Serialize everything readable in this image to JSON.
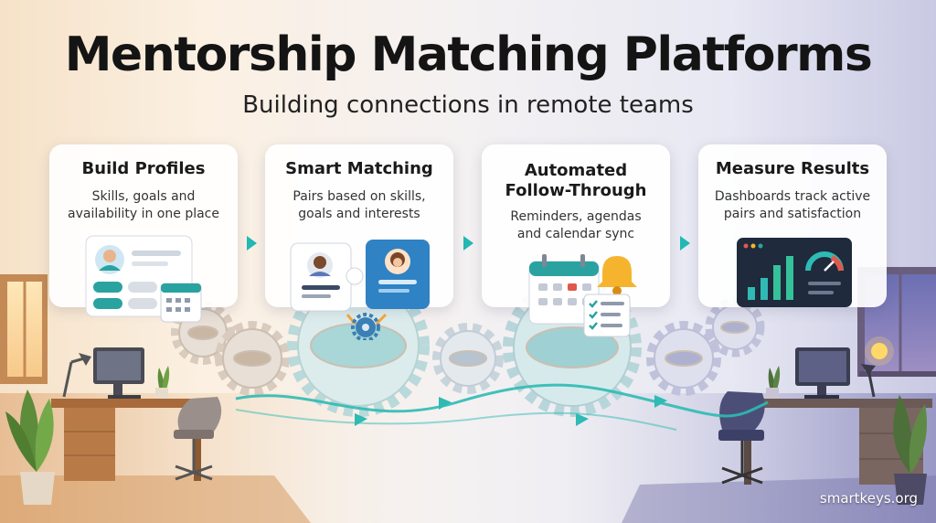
{
  "title": "Mentorship Matching Platforms",
  "subtitle": "Building connections in remote teams",
  "steps": [
    {
      "title": "Build Profiles",
      "description": "Skills, goals and\navailability in one place",
      "icon": "profile-card-icon"
    },
    {
      "title": "Smart Matching",
      "description": "Pairs based on skills,\ngoals and interests",
      "icon": "puzzle-match-icon"
    },
    {
      "title": "Automated\nFollow-Through",
      "description": "Reminders, agendas\nand calendar sync",
      "icon": "calendar-bell-icon"
    },
    {
      "title": "Measure Results",
      "description": "Dashboards track active\npairs and satisfaction",
      "icon": "dashboard-icon"
    }
  ],
  "watermark": "smartkeys.org",
  "colors": {
    "accent": "#22b8b4",
    "warm": "#f3c98f",
    "cool": "#6b6fb0"
  }
}
